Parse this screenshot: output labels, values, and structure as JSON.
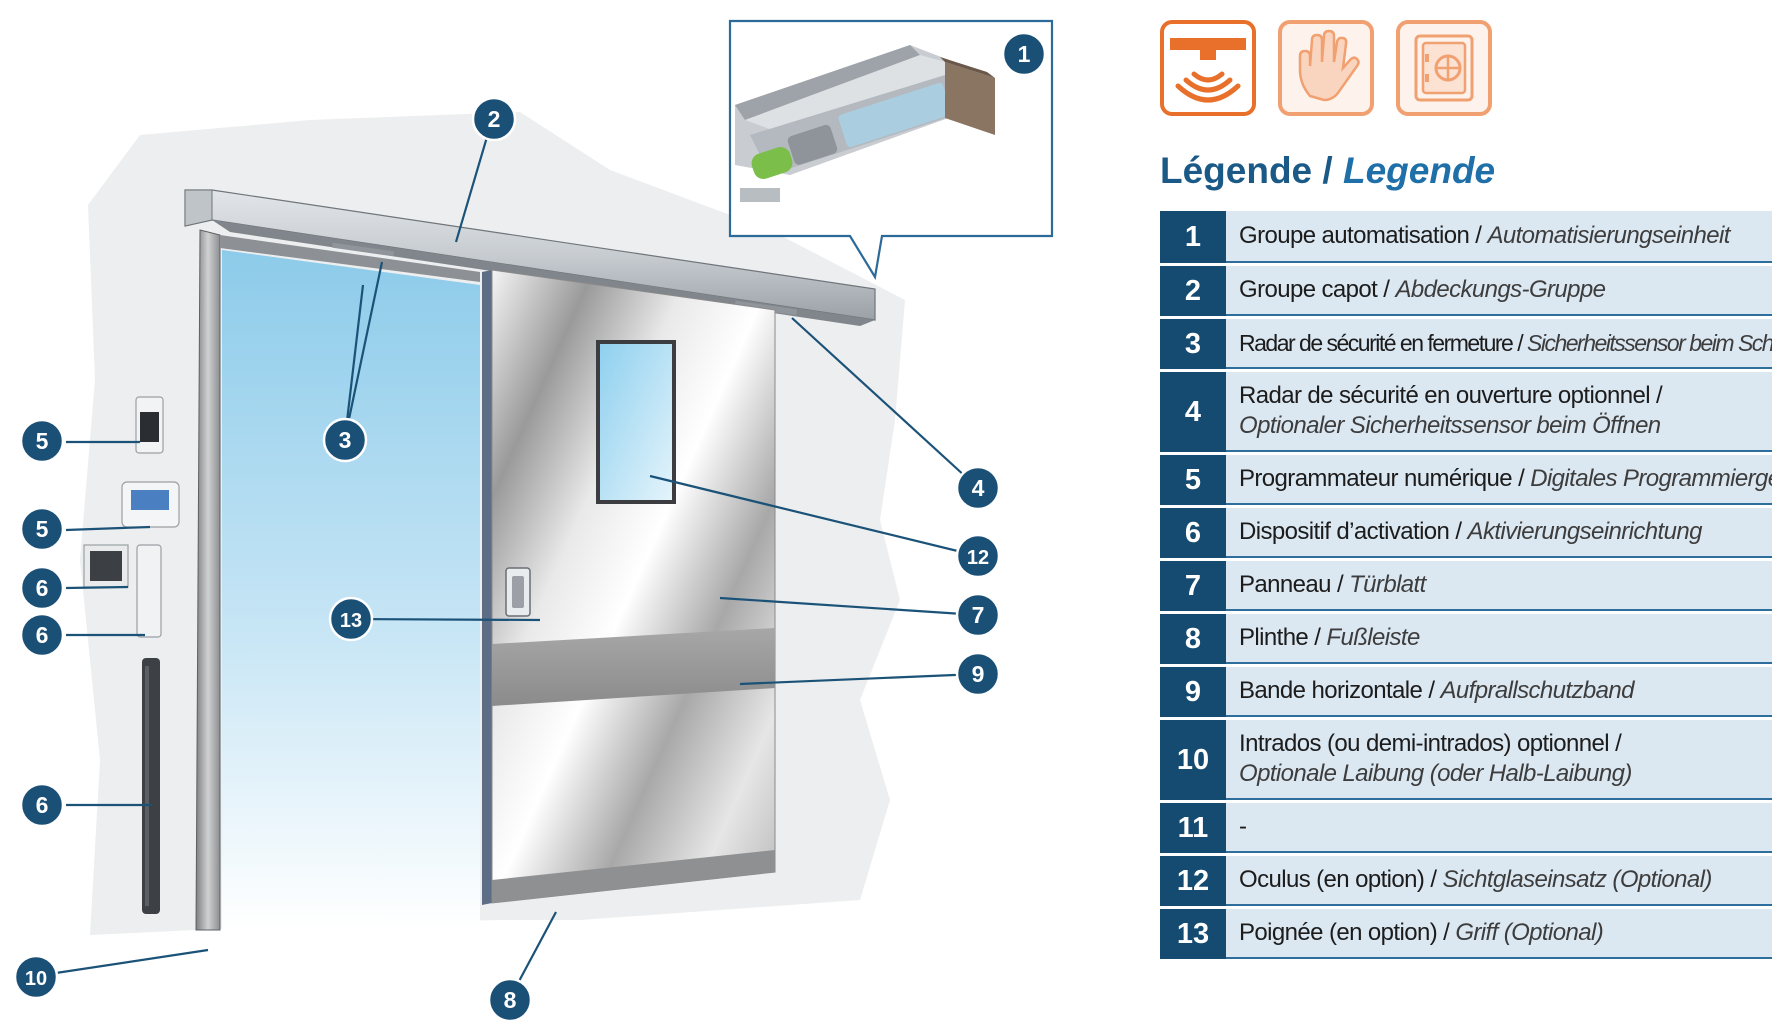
{
  "legend": {
    "title_fr": "Légende",
    "title_sep": " / ",
    "title_de": "Legende",
    "rows": [
      {
        "num": "1",
        "fr": "Groupe automatisation",
        "de": "Automatisierungseinheit"
      },
      {
        "num": "2",
        "fr": "Groupe capot",
        "de": "Abdeckungs-Gruppe"
      },
      {
        "num": "3",
        "fr": "Radar de sécurité en fermeture",
        "de": "Sicherheitssensor beim Schließen"
      },
      {
        "num": "4",
        "fr": "Radar de sécurité en ouverture optionnel",
        "de": "Optionaler Sicherheitssensor beim Öffnen"
      },
      {
        "num": "5",
        "fr": "Programmateur numérique",
        "de": "Digitales Programmiergerät"
      },
      {
        "num": "6",
        "fr": "Dispositif d’activation",
        "de": "Aktivierungseinrichtung"
      },
      {
        "num": "7",
        "fr": "Panneau",
        "de": "Türblatt"
      },
      {
        "num": "8",
        "fr": "Plinthe",
        "de": "Fußleiste"
      },
      {
        "num": "9",
        "fr": "Bande horizontale",
        "de": "Aufprallschutzband"
      },
      {
        "num": "10",
        "fr": "Intrados (ou demi-intrados) optionnel",
        "de": "Optionale Laibung (oder Halb-Laibung)"
      },
      {
        "num": "11",
        "fr": "-",
        "de": ""
      },
      {
        "num": "12",
        "fr": "Oculus (en option)",
        "de": "Sichtglaseinsatz (Optional)"
      },
      {
        "num": "13",
        "fr": "Poignée (en option)",
        "de": "Griff (Optional)"
      }
    ]
  },
  "badges": {
    "b1": "1",
    "b2": "2",
    "b3": "3",
    "b4": "4",
    "b5a": "5",
    "b5b": "5",
    "b6a": "6",
    "b6b": "6",
    "b6c": "6",
    "b7": "7",
    "b8": "8",
    "b9": "9",
    "b10": "10",
    "b12": "12",
    "b13": "13"
  },
  "icons": [
    "sensor-activation-icon",
    "hand-touch-icon",
    "safe-lock-icon"
  ],
  "colors": {
    "badge": "#1a4f76",
    "legend_num_bg": "#154a71",
    "legend_row_bg": "#dbe7f1",
    "title": "#1b5a86",
    "icon_accent": "#e8702b"
  }
}
